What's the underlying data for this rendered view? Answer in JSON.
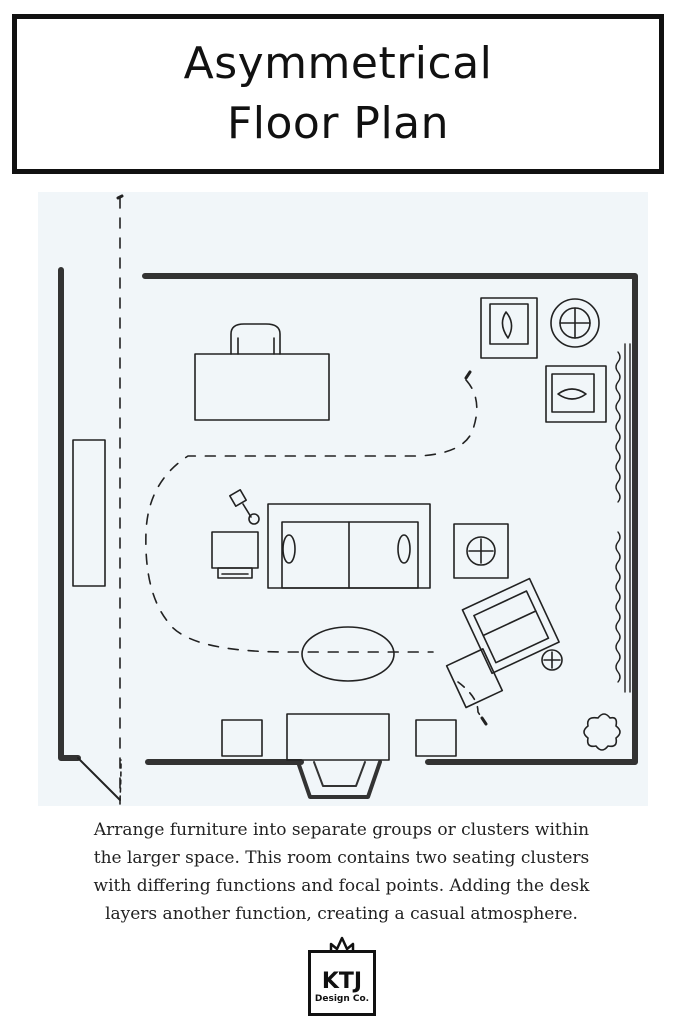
{
  "title": {
    "line1": "Asymmetrical",
    "line2": "Floor Plan"
  },
  "caption": {
    "lines": [
      "Arrange furniture into separate groups or clusters within",
      "the larger space. This room contains two seating clusters",
      "with differing functions and focal points. Adding the desk",
      "layers another function, creating a casual atmosphere."
    ]
  },
  "logo": {
    "main": "KTJ",
    "sub": "Design Co."
  },
  "colors": {
    "ink": "#222222",
    "plan_bg": "#f1f6f9",
    "wall": "#333333"
  }
}
